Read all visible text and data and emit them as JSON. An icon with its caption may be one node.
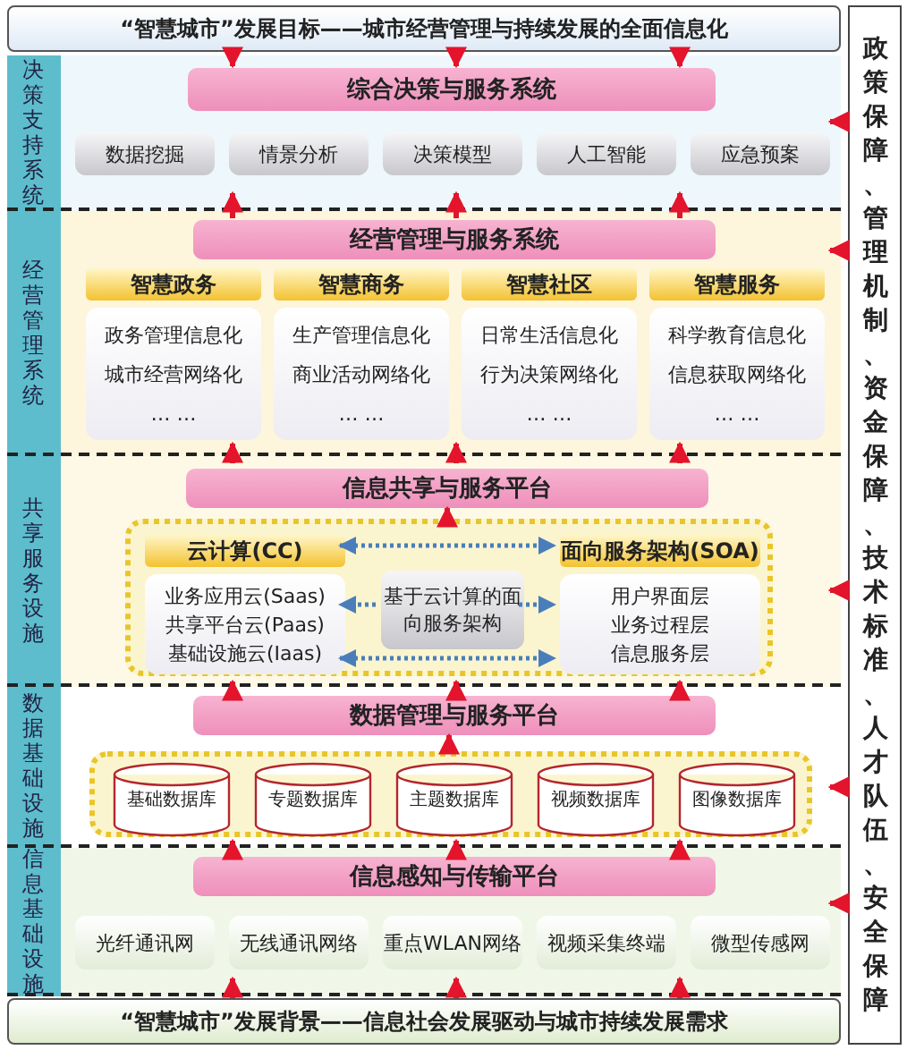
{
  "diagram": {
    "nodes": [
      {
        "text": [
          "“智慧城市”发展目标——城市经营管理与持续发展的全面信息化"
        ]
      },
      {
        "text": [
          "决策支持系统"
        ]
      },
      {
        "text": [
          "综合决策与服务系统"
        ],
        "in": 1
      },
      {
        "text": [
          "数据挖掘"
        ],
        "in": 1
      },
      {
        "text": [
          "情景分析"
        ],
        "in": 1
      },
      {
        "text": [
          "决策模型"
        ],
        "in": 1
      },
      {
        "text": [
          "人工智能"
        ],
        "in": 1
      },
      {
        "text": [
          "应急预案"
        ],
        "in": 1
      },
      {
        "text": [
          "经营管理系统"
        ]
      },
      {
        "text": [
          "经营管理与服务系统"
        ],
        "in": 8
      },
      {
        "text": [
          "智慧政务",
          "政务管理信息化",
          "城市经营网络化",
          "… …"
        ],
        "in": 8
      },
      {
        "text": [
          "智慧商务",
          "生产管理信息化",
          "商业活动网络化",
          "… …"
        ],
        "in": 8
      },
      {
        "text": [
          "智慧社区",
          "日常生活信息化",
          "行为决策网络化",
          "… …"
        ],
        "in": 8
      },
      {
        "text": [
          "智慧服务",
          "科学教育信息化",
          "信息获取网络化",
          "… …"
        ],
        "in": 8
      },
      {
        "text": [
          "共享服务设施"
        ]
      },
      {
        "text": [
          "信息共享与服务平台"
        ],
        "in": 14
      },
      {
        "text": [],
        "shape": "box",
        "in": 14
      },
      {
        "text": [
          "云计算(CC)",
          "业务应用云(Saas)",
          "共享平台云(Paas)",
          "基础设施云(Iaas)"
        ],
        "in": 16
      },
      {
        "text": [
          "基于云计算的面向服务架构"
        ],
        "in": 16
      },
      {
        "text": [
          "面向服务架构(SOA)",
          "用户界面层",
          "业务过程层",
          "信息服务层"
        ],
        "in": 16
      },
      {
        "text": [
          "数据基础设施"
        ]
      },
      {
        "text": [
          "数据管理与服务平台"
        ],
        "in": 20
      },
      {
        "text": [],
        "shape": "box",
        "in": 20
      },
      {
        "text": [
          "基础数据库"
        ],
        "in": 22
      },
      {
        "text": [
          "专题数据库"
        ],
        "in": 22
      },
      {
        "text": [
          "主题数据库"
        ],
        "in": 22
      },
      {
        "text": [
          "视频数据库"
        ],
        "in": 22
      },
      {
        "text": [
          "图像数据库"
        ],
        "in": 22
      },
      {
        "text": [
          "信息基础设施"
        ]
      },
      {
        "text": [
          "信息感知与传输平台"
        ],
        "in": 28
      },
      {
        "text": [
          "光纤通讯网"
        ],
        "in": 28
      },
      {
        "text": [
          "无线通讯网络"
        ],
        "in": 28
      },
      {
        "text": [
          "重点WLAN网络"
        ],
        "in": 28
      },
      {
        "text": [
          "视频采集终端"
        ],
        "in": 28
      },
      {
        "text": [
          "微型传感网"
        ],
        "in": 28
      },
      {
        "text": [
          "“智慧城市”发展背景——信息社会发展驱动与城市持续发展需求"
        ]
      },
      {
        "text": [
          "政策保障、管理机制、资金保障、技术标准、人才队伍、安全保障"
        ]
      }
    ],
    "edges": [
      {
        "from": 0,
        "to": 1,
        "arrow": "to"
      },
      {
        "from": 0,
        "to": 1,
        "arrow": "to"
      },
      {
        "from": 0,
        "to": 1,
        "arrow": "to"
      },
      {
        "from": 8,
        "to": 1,
        "arrow": "to"
      },
      {
        "from": 8,
        "to": 1,
        "arrow": "to"
      },
      {
        "from": 8,
        "to": 1,
        "arrow": "to"
      },
      {
        "from": 14,
        "to": 8,
        "arrow": "to"
      },
      {
        "from": 14,
        "to": 8,
        "arrow": "to"
      },
      {
        "from": 14,
        "to": 8,
        "arrow": "to"
      },
      {
        "from": 20,
        "to": 14,
        "arrow": "to"
      },
      {
        "from": 20,
        "to": 14,
        "arrow": "to"
      },
      {
        "from": 20,
        "to": 14,
        "arrow": "to"
      },
      {
        "from": 28,
        "to": 20,
        "arrow": "to"
      },
      {
        "from": 28,
        "to": 20,
        "arrow": "to"
      },
      {
        "from": 28,
        "to": 20,
        "arrow": "to"
      },
      {
        "from": 35,
        "to": 28,
        "arrow": "to"
      },
      {
        "from": 35,
        "to": 28,
        "arrow": "to"
      },
      {
        "from": 35,
        "to": 28,
        "arrow": "to"
      },
      {
        "from": 16,
        "to": 15,
        "arrow": "to"
      },
      {
        "from": 22,
        "to": 21,
        "arrow": "to"
      },
      {
        "from": 17,
        "to": 19,
        "arrow": "both",
        "style": "dashed",
        "color": "#4a7ebb"
      },
      {
        "from": 18,
        "to": 17,
        "arrow": "to",
        "style": "dashed",
        "color": "#4a7ebb"
      },
      {
        "from": 18,
        "to": 19,
        "arrow": "to",
        "style": "dashed",
        "color": "#4a7ebb"
      },
      {
        "from": 17,
        "to": 19,
        "arrow": "both",
        "style": "dashed",
        "color": "#4a7ebb"
      },
      {
        "from": 36,
        "to": 1,
        "arrow": "to"
      },
      {
        "from": 36,
        "to": 8,
        "arrow": "to"
      },
      {
        "from": 36,
        "to": 14,
        "arrow": "to"
      },
      {
        "from": 36,
        "to": 20,
        "arrow": "to"
      },
      {
        "from": 36,
        "to": 28,
        "arrow": "to"
      }
    ]
  }
}
